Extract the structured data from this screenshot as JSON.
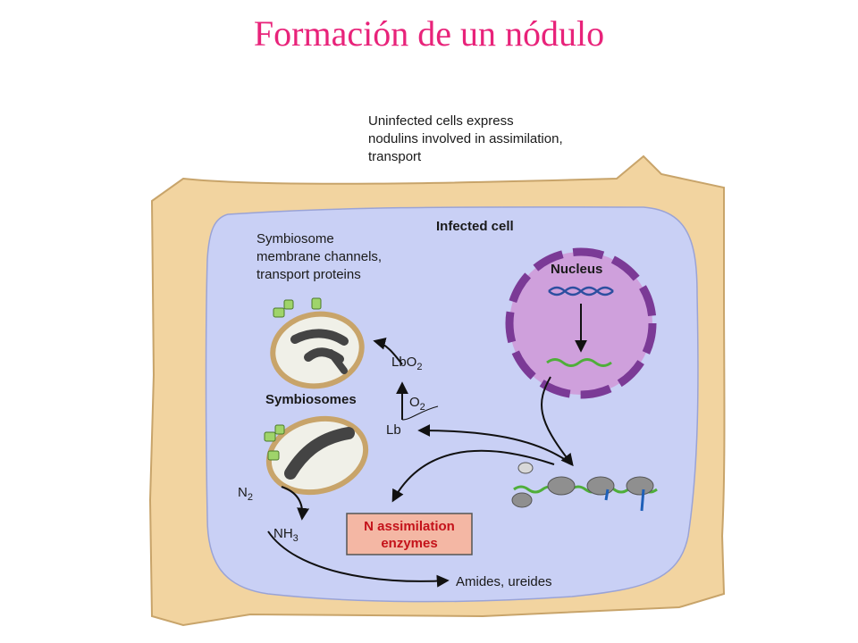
{
  "title": "Formación de un nódulo",
  "figure": {
    "header_note": [
      "Uninfected cells express",
      "nodulins involved in assimilation,",
      "transport"
    ],
    "infected_cell_label": "Infected cell",
    "nucleus_label": "Nucleus",
    "symbiosome_membrane_label": [
      "Symbiosome",
      "membrane channels,",
      "transport proteins"
    ],
    "symbiosomes_label": "Symbiosomes",
    "lbo2": {
      "base": "LbO",
      "sub": "2"
    },
    "o2": {
      "base": "O",
      "sub": "2"
    },
    "lb": "Lb",
    "n2": {
      "base": "N",
      "sub": "2"
    },
    "nh3": {
      "base": "NH",
      "sub": "3"
    },
    "enzymes_box": [
      "N assimilation",
      "enzymes"
    ],
    "amides_label": "Amides, ureides"
  },
  "colors": {
    "title": "#e8237a",
    "cell_wall": "#f2d4a0",
    "cytoplasm": "#c9d0f5",
    "nucleus_fill": "#cfa0dc",
    "nucleus_ring": "#7b3a96",
    "enzyme_box": "#f4b7a4",
    "enzyme_text": "#c4121a",
    "mrna": "#4fae3a",
    "protein": "#1e5fb8",
    "background": "#ffffff"
  }
}
